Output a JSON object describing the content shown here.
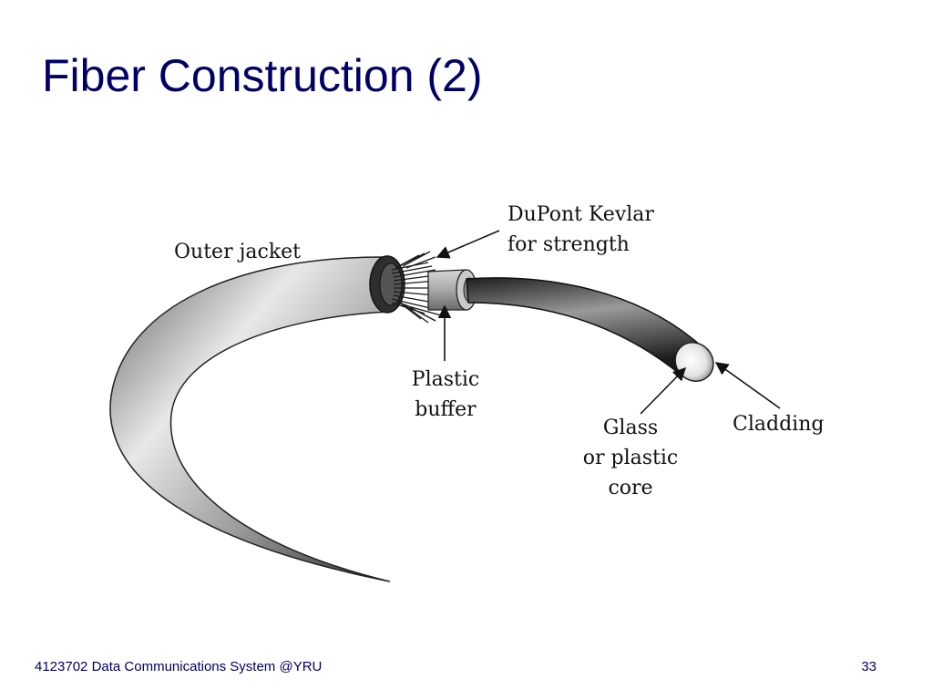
{
  "slide": {
    "title": "Fiber Construction (2)"
  },
  "diagram": {
    "labels": {
      "outer_jacket": "Outer jacket",
      "kevlar_line1": "DuPont Kevlar",
      "kevlar_line2": "for strength",
      "buffer_line1": "Plastic",
      "buffer_line2": "buffer",
      "core_line1": "Glass",
      "core_line2": "or plastic",
      "core_line3": "core",
      "cladding": "Cladding"
    }
  },
  "footer": {
    "course": "4123702 Data Communications System @YRU",
    "page_number": "33"
  }
}
